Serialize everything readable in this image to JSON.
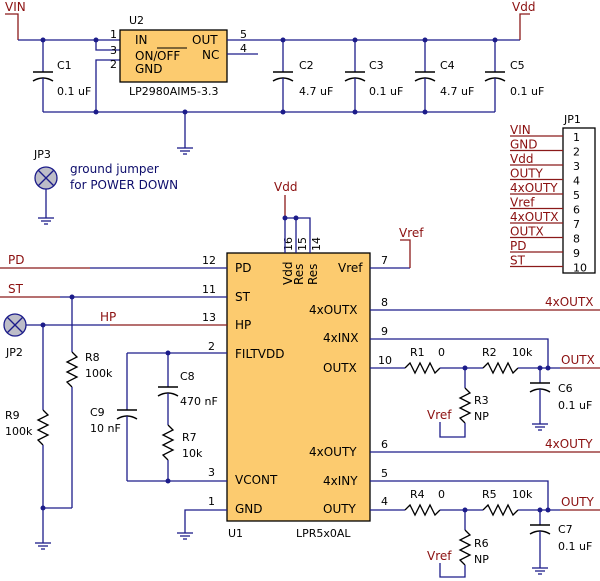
{
  "nets": {
    "vin": "VIN",
    "vdd": "Vdd",
    "vref": "Vref",
    "pd": "PD",
    "st": "ST",
    "hp": "HP",
    "x4outx": "4xOUTX",
    "outx": "OUTX",
    "x4outy": "4xOUTY",
    "outy": "OUTY"
  },
  "u2": {
    "ref": "U2",
    "part": "LP2980AIM5-3.3",
    "pins": {
      "in": "IN",
      "onoff_a": "ON/",
      "onoff_b": "OFF",
      "gnd": "GND",
      "out": "OUT",
      "nc": "NC"
    },
    "pin_numbers": {
      "in": "1",
      "onoff": "3",
      "gnd": "2",
      "out": "5",
      "nc": "4"
    }
  },
  "u1": {
    "ref": "U1",
    "part": "LPR5x0AL",
    "pins": {
      "pd": "PD",
      "st": "ST",
      "hp": "HP",
      "filtvdd": "FILTVDD",
      "vcont": "VCONT",
      "gnd": "GND",
      "vdd": "Vdd",
      "res1": "Res",
      "res2": "Res",
      "vref": "Vref",
      "x4outx": "4xOUTX",
      "x4inx": "4xINX",
      "outx": "OUTX",
      "x4outy": "4xOUTY",
      "x4iny": "4xINY",
      "outy": "OUTY"
    },
    "pin_numbers": {
      "pd": "12",
      "st": "11",
      "hp": "13",
      "filtvdd": "2",
      "vcont": "3",
      "gnd": "1",
      "vdd": "16",
      "res1": "15",
      "res2": "14",
      "vref": "7",
      "x4outx": "8",
      "x4inx": "9",
      "outx": "10",
      "x4outy": "6",
      "x4iny": "5",
      "outy": "4"
    }
  },
  "capacitors": {
    "c1": {
      "ref": "C1",
      "value": "0.1 uF"
    },
    "c2": {
      "ref": "C2",
      "value": "4.7 uF"
    },
    "c3": {
      "ref": "C3",
      "value": "0.1 uF"
    },
    "c4": {
      "ref": "C4",
      "value": "4.7 uF"
    },
    "c5": {
      "ref": "C5",
      "value": "0.1 uF"
    },
    "c6": {
      "ref": "C6",
      "value": "0.1 uF"
    },
    "c7": {
      "ref": "C7",
      "value": "0.1 uF"
    },
    "c8": {
      "ref": "C8",
      "value": "470 nF"
    },
    "c9": {
      "ref": "C9",
      "value": "10 nF"
    }
  },
  "resistors": {
    "r1": {
      "ref": "R1",
      "value": "0"
    },
    "r2": {
      "ref": "R2",
      "value": "10k"
    },
    "r3": {
      "ref": "R3",
      "value": "NP"
    },
    "r4": {
      "ref": "R4",
      "value": "0"
    },
    "r5": {
      "ref": "R5",
      "value": "10k"
    },
    "r6": {
      "ref": "R6",
      "value": "NP"
    },
    "r7": {
      "ref": "R7",
      "value": "10k"
    },
    "r8": {
      "ref": "R8",
      "value": "100k"
    },
    "r9": {
      "ref": "R9",
      "value": "100k"
    }
  },
  "jp1": {
    "ref": "JP1",
    "pins": [
      {
        "net": "VIN",
        "num": "1"
      },
      {
        "net": "GND",
        "num": "2"
      },
      {
        "net": "Vdd",
        "num": "3"
      },
      {
        "net": "OUTY",
        "num": "4"
      },
      {
        "net": "4xOUTY",
        "num": "5"
      },
      {
        "net": "Vref",
        "num": "6"
      },
      {
        "net": "4xOUTX",
        "num": "7"
      },
      {
        "net": "OUTX",
        "num": "8"
      },
      {
        "net": "PD",
        "num": "9"
      },
      {
        "net": "ST",
        "num": "10"
      }
    ]
  },
  "jp2": {
    "ref": "JP2"
  },
  "jp3": {
    "ref": "JP3",
    "note_line1": "ground jumper",
    "note_line2": "for POWER DOWN"
  },
  "colors": {
    "wire": "#1c1c8a",
    "net_label": "#8b1010",
    "ic_fill": "#fccb6f",
    "component": "#000000"
  }
}
